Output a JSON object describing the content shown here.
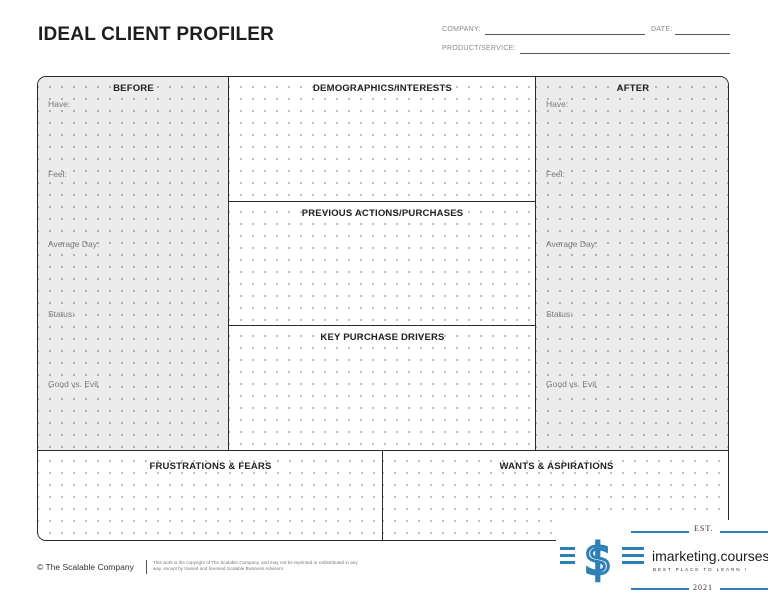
{
  "header": {
    "title": "IDEAL CLIENT PROFILER",
    "company_label": "COMPANY:",
    "date_label": "DATE:",
    "product_label": "PRODUCT/SERVICE:"
  },
  "board": {
    "before": {
      "heading": "BEFORE",
      "fields": [
        "Have:",
        "Feel:",
        "Average Day:",
        "Status:",
        "Good vs. Evil"
      ]
    },
    "center": {
      "demographics": "DEMOGRAPHICS/INTERESTS",
      "previous": "PREVIOUS ACTIONS/PURCHASES",
      "drivers": "KEY PURCHASE DRIVERS"
    },
    "after": {
      "heading": "AFTER",
      "fields": [
        "Have:",
        "Feel:",
        "Average Day:",
        "Status:",
        "Good vs. Evil"
      ]
    },
    "bottom": {
      "frustrations": "FRUSTRATIONS & FEARS",
      "wants": "WANTS & ASPIRATIONS"
    }
  },
  "footer": {
    "company": "© The Scalable Company",
    "note": "This work is the copyright of The Scalable Company, and may not be reprinted or redistributed in any way, except by trained and licensed Scalable Business Advisors."
  },
  "watermark": {
    "est": "EST.",
    "brand": "imarketing.courses",
    "tagline": "BEST PLACE TO LEARN !",
    "year": "2021",
    "icon": "dollar-logo-icon",
    "accent": "#2e7fb6"
  }
}
